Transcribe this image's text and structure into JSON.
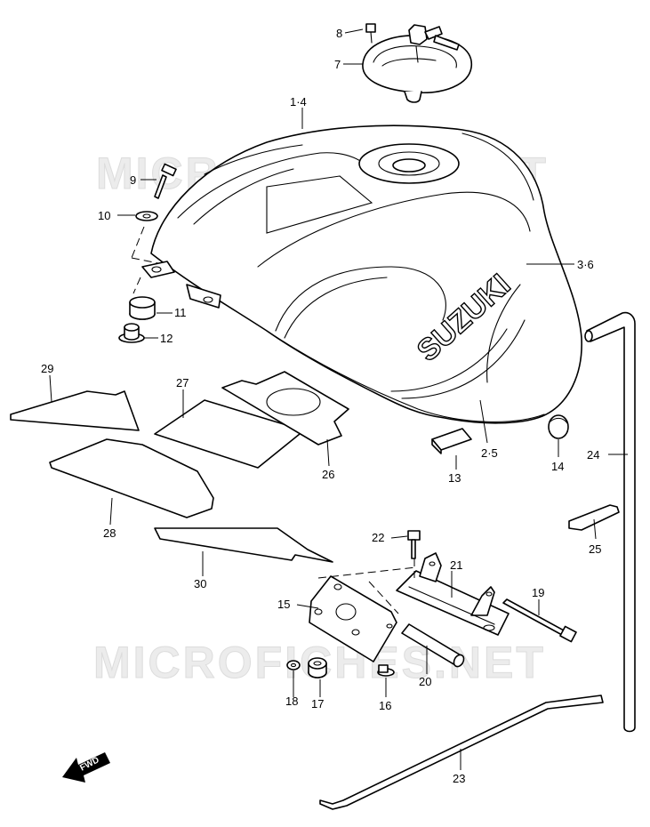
{
  "watermark": "MICROFICHES.NET",
  "brand_text": "SUZUKI",
  "direction_badge": "FWD",
  "callouts": {
    "c1_4": "1·4",
    "c2_5": "2·5",
    "c3_6": "3·6",
    "c7": "7",
    "c8": "8",
    "c9": "9",
    "c10": "10",
    "c11": "11",
    "c12": "12",
    "c13": "13",
    "c14": "14",
    "c15": "15",
    "c16": "16",
    "c17": "17",
    "c18": "18",
    "c19": "19",
    "c20": "20",
    "c21": "21",
    "c22": "22",
    "c23": "23",
    "c24": "24",
    "c25": "25",
    "c26": "26",
    "c27": "27",
    "c28": "28",
    "c29": "29",
    "c30": "30"
  }
}
